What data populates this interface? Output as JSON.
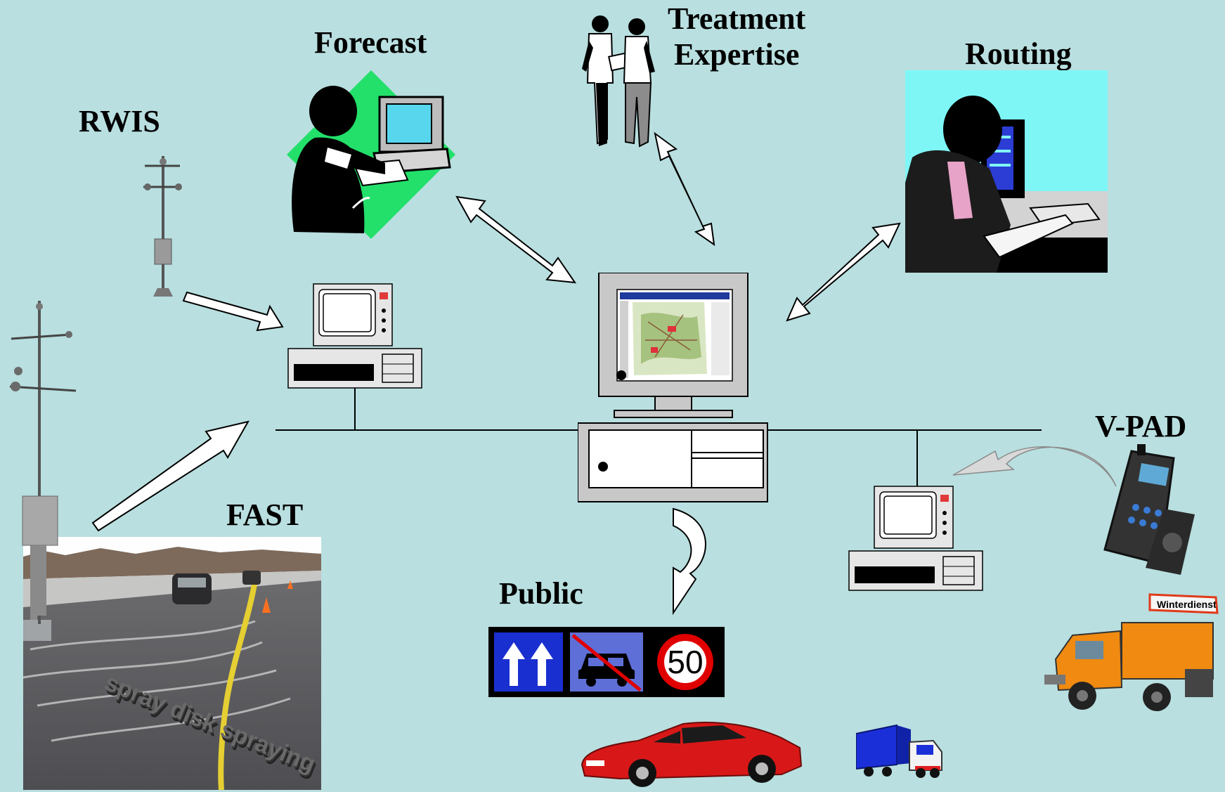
{
  "labels": {
    "rwis": "RWIS",
    "forecast": "Forecast",
    "treatment_expertise": "Treatment\nExpertise",
    "routing": "Routing",
    "vpad": "V-PAD",
    "fast": "FAST",
    "public": "Public"
  },
  "photo_caption": "spray disk spraying",
  "speed_sign": "50",
  "truck_sign": "Winterdienst",
  "colors": {
    "background": "#b9dfe0",
    "forecast_diamond": "#22e06a",
    "routing_panel": "#7ff6f6",
    "sign_blue": "#1a2fd0",
    "sign_red": "#e00000",
    "car_red": "#d81818",
    "truck_orange": "#f08a10"
  },
  "icons": [
    "rwis-weather-station-icon",
    "forecaster-at-computer-icon",
    "two-experts-icon",
    "router-on-phone-icon",
    "central-server-computer-icon",
    "rwis-computer-icon",
    "vpad-computer-icon",
    "vpad-handheld-icon",
    "winter-service-truck-icon",
    "red-sports-car-icon",
    "blue-lorry-icon",
    "overhead-traffic-sign-icon"
  ]
}
